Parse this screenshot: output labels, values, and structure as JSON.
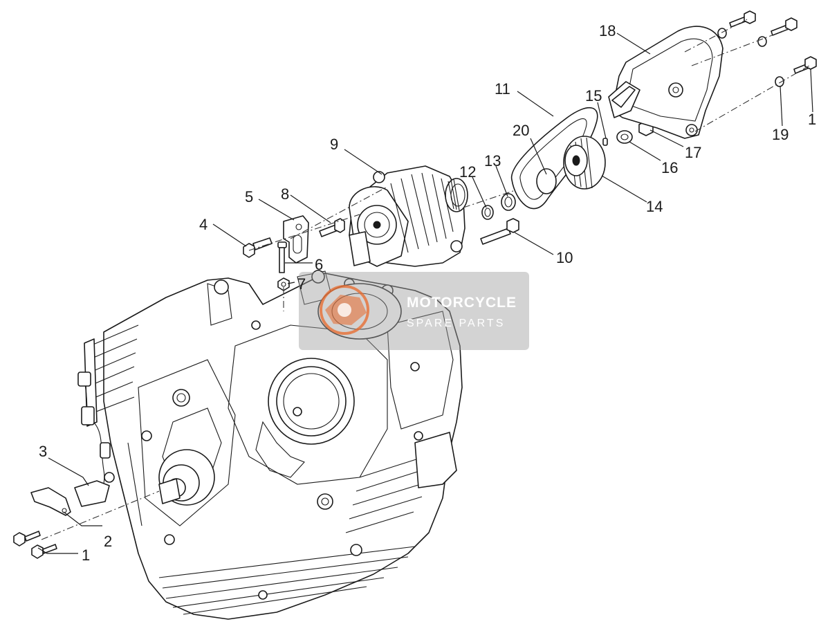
{
  "callouts": [
    {
      "id": "c1a",
      "label": "1"
    },
    {
      "id": "c1b",
      "label": "1"
    },
    {
      "id": "c2",
      "label": "2"
    },
    {
      "id": "c3",
      "label": "3"
    },
    {
      "id": "c4",
      "label": "4"
    },
    {
      "id": "c5",
      "label": "5"
    },
    {
      "id": "c6",
      "label": "6"
    },
    {
      "id": "c7",
      "label": "7"
    },
    {
      "id": "c8",
      "label": "8"
    },
    {
      "id": "c9",
      "label": "9"
    },
    {
      "id": "c10",
      "label": "10"
    },
    {
      "id": "c11",
      "label": "11"
    },
    {
      "id": "c12",
      "label": "12"
    },
    {
      "id": "c13",
      "label": "13"
    },
    {
      "id": "c14",
      "label": "14"
    },
    {
      "id": "c15",
      "label": "15"
    },
    {
      "id": "c16",
      "label": "16"
    },
    {
      "id": "c17",
      "label": "17"
    },
    {
      "id": "c18",
      "label": "18"
    },
    {
      "id": "c19",
      "label": "19"
    },
    {
      "id": "c20",
      "label": "20"
    }
  ],
  "watermark": {
    "title": "MOTORCYCLE",
    "subtitle": "SPARE PARTS",
    "logo": "motorcycle-spare-parts-logo",
    "accent_color": "#e8682a"
  }
}
